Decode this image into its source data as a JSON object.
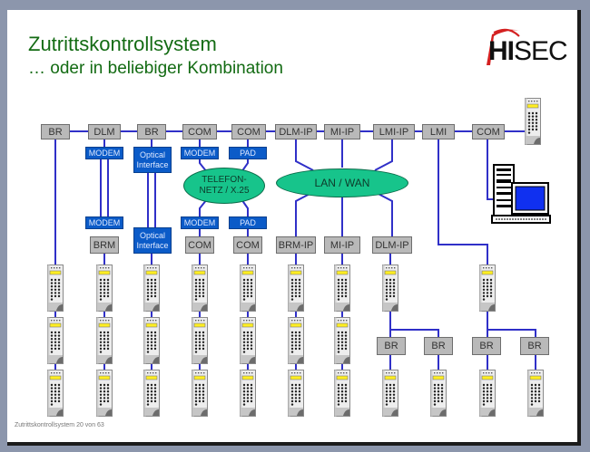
{
  "slide": {
    "title": "Zutrittskontrollsystem",
    "subtitle": "… oder in beliebiger Kombination",
    "footer": "Zutrittskontrollsystem 20 von 63",
    "logo": {
      "hi": "HI",
      "sec": "SEC"
    }
  },
  "colors": {
    "title": "#136b13",
    "line": "#3030c8",
    "device_box": "#b9b9b9",
    "interface_box": "#0b5bc8",
    "network": "#17c48b",
    "background": "#8c96ac"
  },
  "bus": {
    "nodes": [
      "BR",
      "DLM",
      "BR",
      "COM",
      "COM",
      "DLM-IP",
      "MI-IP",
      "LMI-IP",
      "LMI",
      "COM"
    ]
  },
  "upper_interfaces": [
    "MODEM",
    "Optical Interface",
    "MODEM",
    "PAD"
  ],
  "lower_interfaces": [
    "MODEM",
    "Optical Interface",
    "MODEM",
    "PAD"
  ],
  "networks": {
    "telefon": "TELEFON-\nNETZ / X.25",
    "lan": "LAN / WAN"
  },
  "remote_nodes": [
    "BRM",
    "COM",
    "COM",
    "BRM-IP",
    "MI-IP",
    "DLM-IP"
  ],
  "branch_nodes": [
    "BR",
    "BR",
    "BR",
    "BR"
  ],
  "icons": {
    "reader": "card-reader-icon",
    "computer": "workstation-icon"
  }
}
